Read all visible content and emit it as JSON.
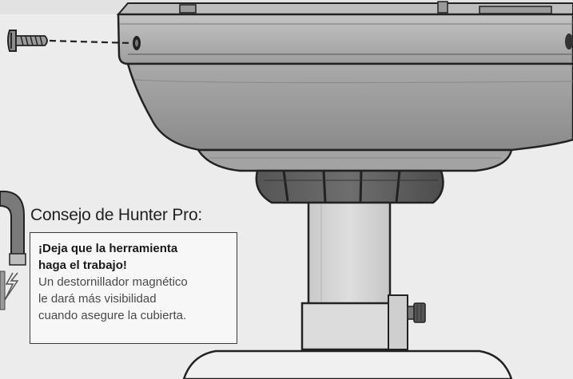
{
  "tip": {
    "title": "Consejo de Hunter Pro:",
    "heading": "¡Deja que la herramienta haga el trabajo!",
    "body": "Un destornillador magnético le dará más visibilidad cuando asegure la cubierta."
  }
}
